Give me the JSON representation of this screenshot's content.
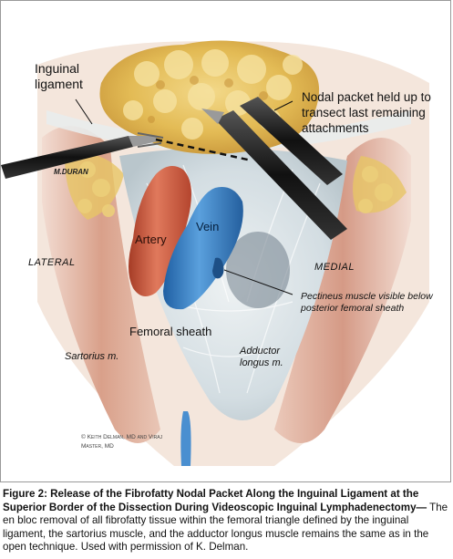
{
  "labels": {
    "inguinal_ligament": "Inguinal ligament",
    "nodal_packet": "Nodal packet held up to transect last remaining attachments",
    "artery": "Artery",
    "vein": "Vein",
    "lateral": "LATERAL",
    "medial": "MEDIAL",
    "pectineus": "Pectineus muscle visible below posterior femoral sheath",
    "femoral_sheath": "Femoral sheath",
    "sartorius": "Sartorius m.",
    "adductor": "Adductor longus m.",
    "signature": "M.DURAN",
    "copyright": "© Keith Delman, MD and Viraj Master, MD"
  },
  "caption": {
    "title": "Figure 2: Release of the Fibrofatty Nodal Packet Along the Inguinal Ligament at the Superior Border of the Dissection During Videoscopic Inguinal Lymphadenectomy—",
    "body": "The en bloc removal of all fibrofatty tissue within the femoral triangle defined by the inguinal ligament, the sartorius muscle, and the adductor longus muscle remains the same as in the open technique. Used with permission of K. Delman."
  },
  "colors": {
    "artery": "#c9553a",
    "vein": "#2f7cc4",
    "fat": "#e8c45c",
    "muscle": "#d9a08a",
    "sheath": "#dfe6ea"
  }
}
